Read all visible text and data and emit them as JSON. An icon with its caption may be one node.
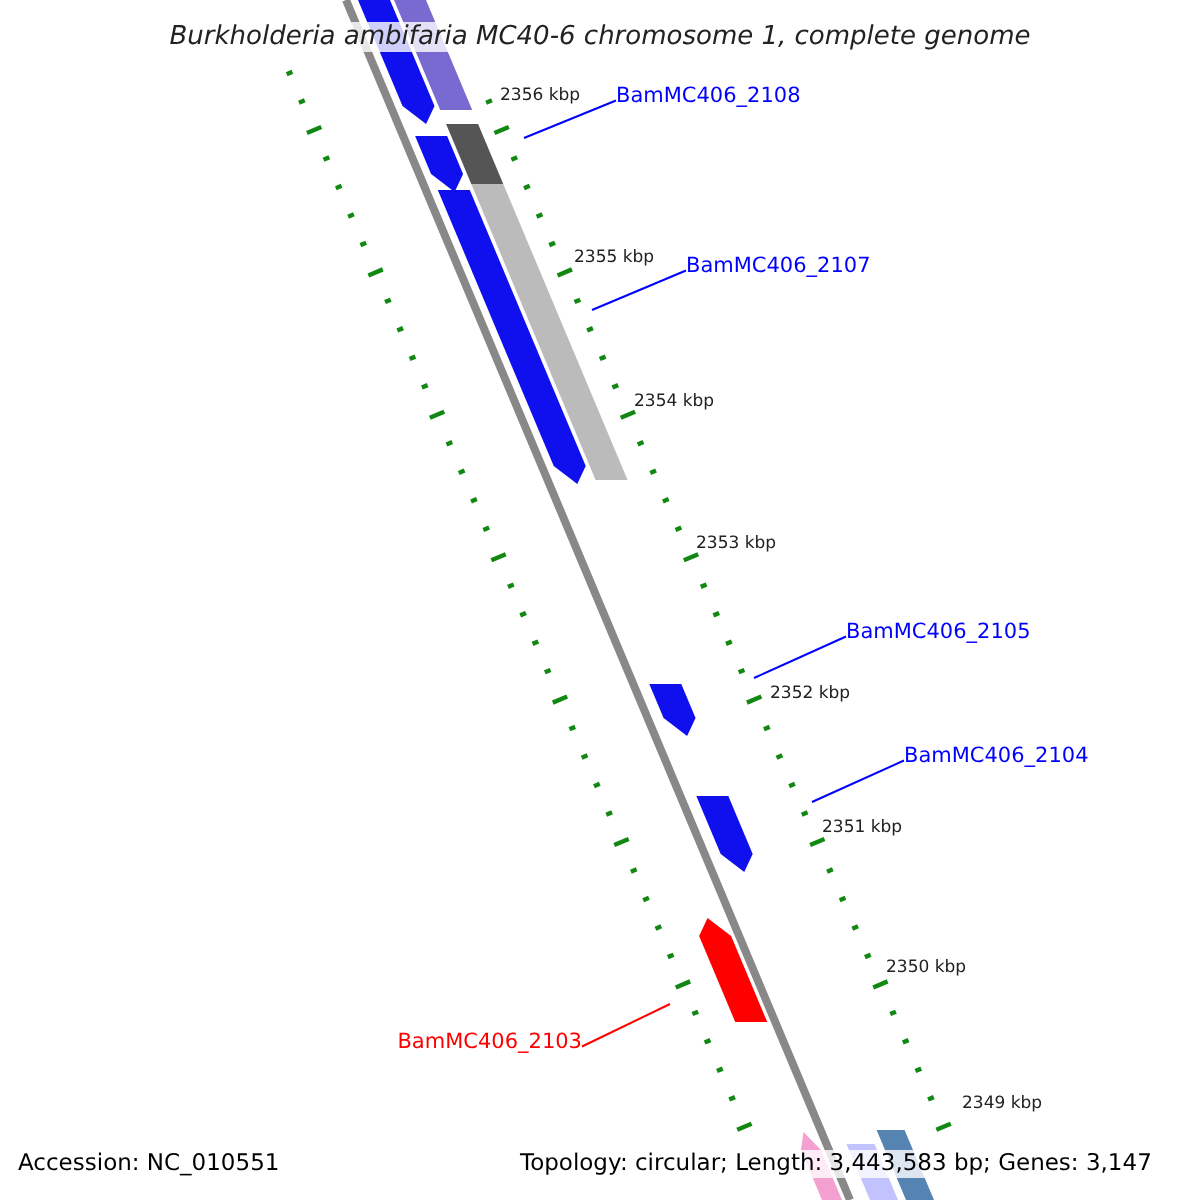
{
  "diagram": {
    "title": "Burkholderia ambifaria MC40-6 chromosome 1, complete genome",
    "nodes": [
      {
        "text": [
          "BamMC406_2108"
        ]
      },
      {
        "text": [
          "BamMC406_2107"
        ]
      },
      {
        "text": [
          "BamMC406_2105"
        ]
      },
      {
        "text": [
          "BamMC406_2104"
        ]
      },
      {
        "text": [
          "BamMC406_2103"
        ]
      }
    ],
    "edges": [
      {
        "from": 0,
        "to": null,
        "arrow": "none"
      },
      {
        "from": 1,
        "to": null,
        "arrow": "none"
      },
      {
        "from": 2,
        "to": null,
        "arrow": "none"
      },
      {
        "from": 3,
        "to": null,
        "arrow": "none"
      },
      {
        "from": 4,
        "to": null,
        "arrow": "none",
        "color": "#ff0000"
      }
    ],
    "labels": [
      "2356 kbp",
      "2355 kbp",
      "2354 kbp",
      "2353 kbp",
      "2352 kbp",
      "2351 kbp",
      "2350 kbp",
      "2349 kbp",
      "Accession: NC_010551",
      "Topology: circular; Length: 3,443,583 bp; Genes: 3,147"
    ]
  }
}
